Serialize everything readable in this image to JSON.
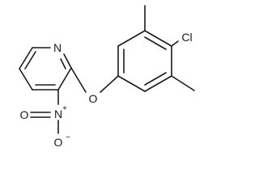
{
  "molecule": {
    "atoms": {
      "ring_nitrogen": "N",
      "ether_oxygen": "O",
      "nitro_nitrogen": "N",
      "nitro_plus": "+",
      "nitro_oxygen_top": "O",
      "nitro_oxygen_bottom": "O",
      "nitro_minus": "−",
      "chlorine": "Cl"
    }
  }
}
